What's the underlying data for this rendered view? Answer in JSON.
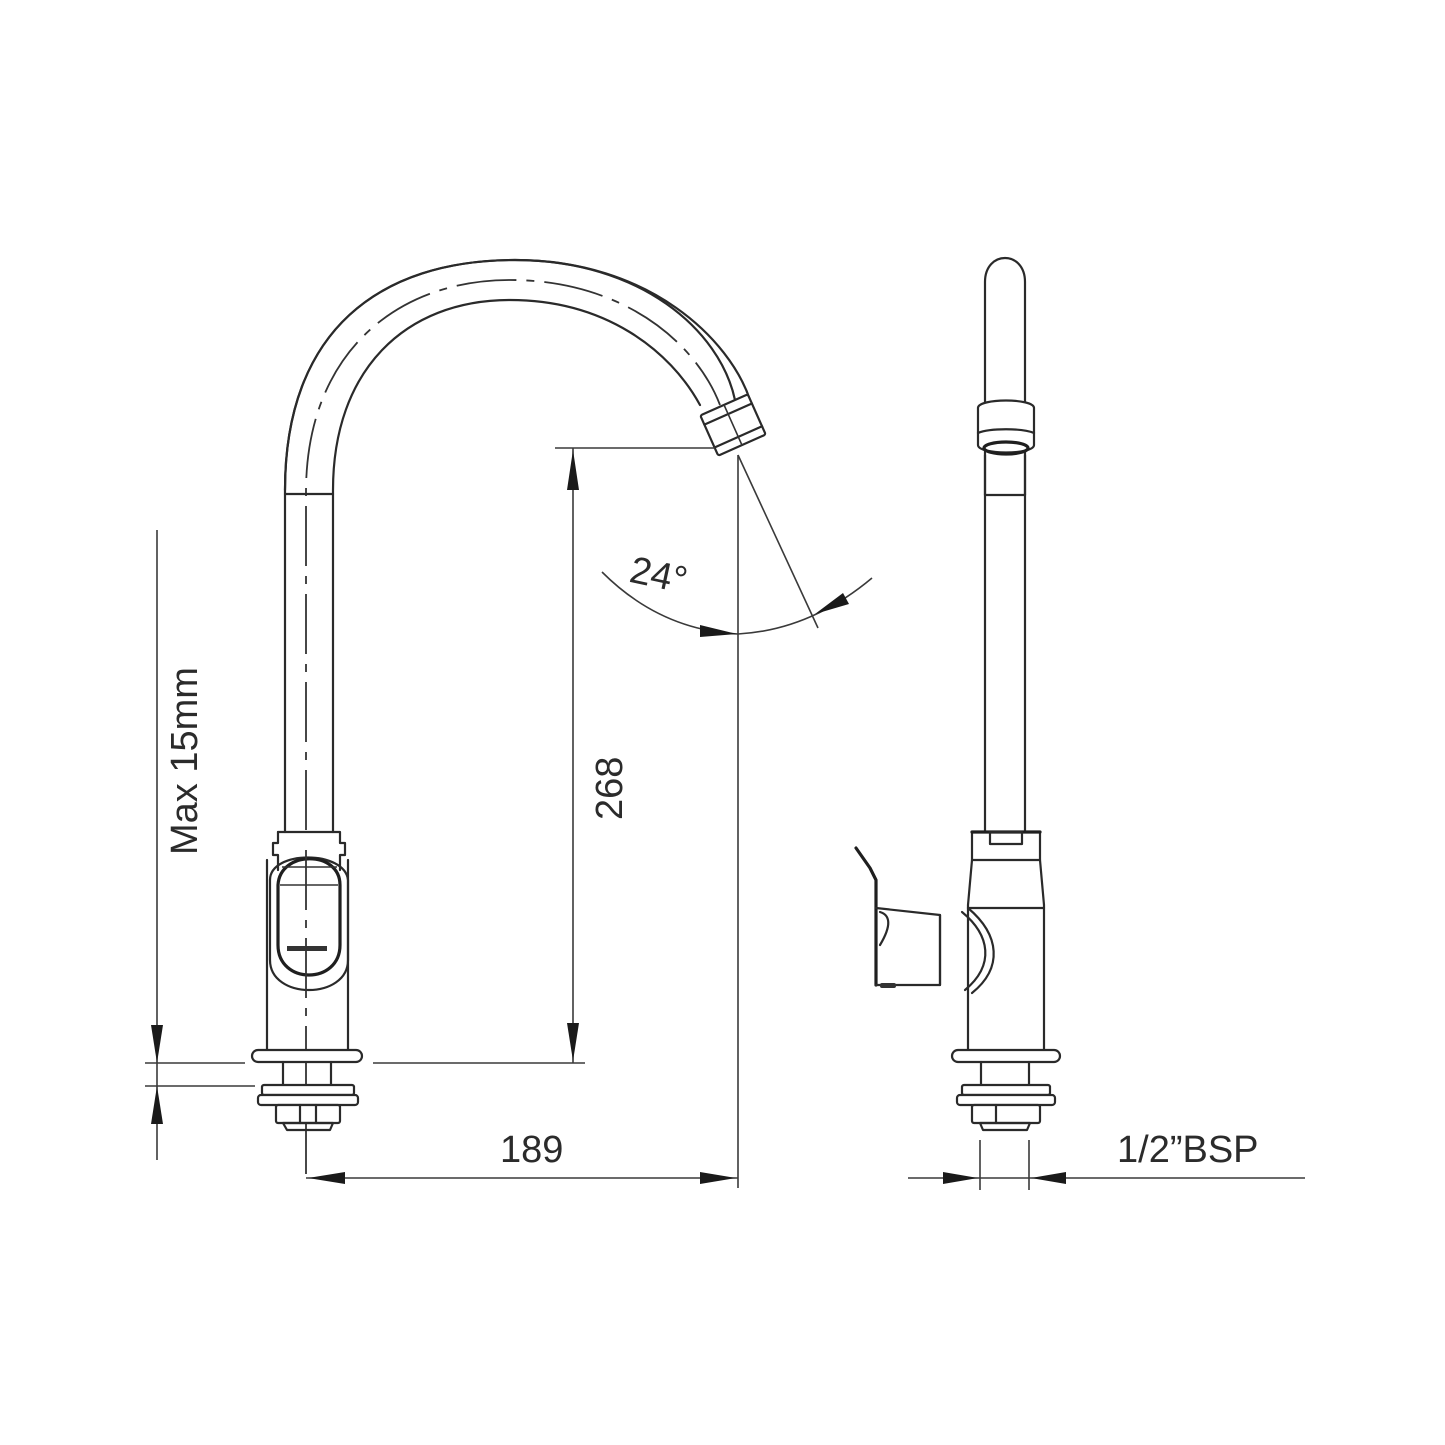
{
  "drawing": {
    "title": "Kitchen faucet technical drawing",
    "views": [
      "front-view",
      "side-view"
    ],
    "line_color": "#2a2a2a",
    "background": "#ffffff"
  },
  "dimensions": {
    "max_thickness": "Max 15mm",
    "spout_height": "268",
    "spout_reach": "189",
    "swivel_angle": "24°",
    "connection": "1/2”BSP"
  }
}
